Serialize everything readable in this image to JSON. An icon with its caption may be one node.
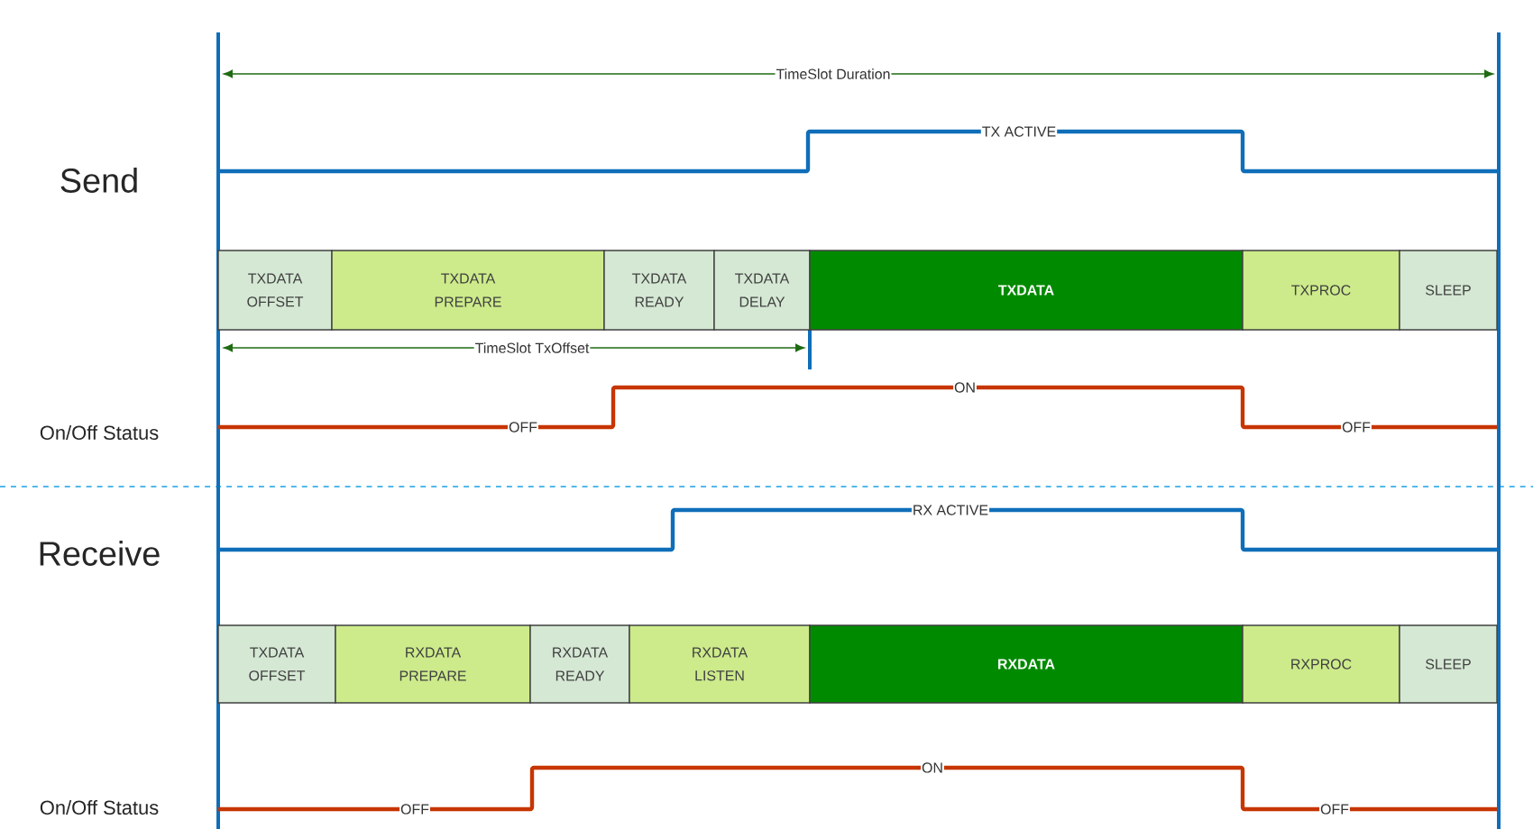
{
  "diagram": {
    "nodes": [
      {
        "text": [
          "TXDATA OFFSET"
        ]
      },
      {
        "text": [
          "TXDATA PREPARE"
        ]
      },
      {
        "text": [
          "TXDATA READY"
        ]
      },
      {
        "text": [
          "TXDATA DELAY"
        ]
      },
      {
        "text": [
          "TXDATA"
        ]
      },
      {
        "text": [
          "TXPROC"
        ]
      },
      {
        "text": [
          "SLEEP"
        ]
      },
      {
        "text": [
          "TXDATA OFFSET"
        ]
      },
      {
        "text": [
          "RXDATA PREPARE"
        ]
      },
      {
        "text": [
          "RXDATA READY"
        ]
      },
      {
        "text": [
          "RXDATA LISTEN"
        ]
      },
      {
        "text": [
          "RXDATA"
        ]
      },
      {
        "text": [
          "RXPROC"
        ]
      },
      {
        "text": [
          "SLEEP"
        ]
      }
    ],
    "labels": [
      "TimeSlot Duration",
      "Send",
      "TX ACTIVE",
      "TimeSlot TxOffset",
      "On/Off Status",
      "OFF",
      "ON",
      "OFF",
      "Receive",
      "RX ACTIVE",
      "On/Off Status",
      "OFF",
      "ON",
      "OFF"
    ]
  }
}
